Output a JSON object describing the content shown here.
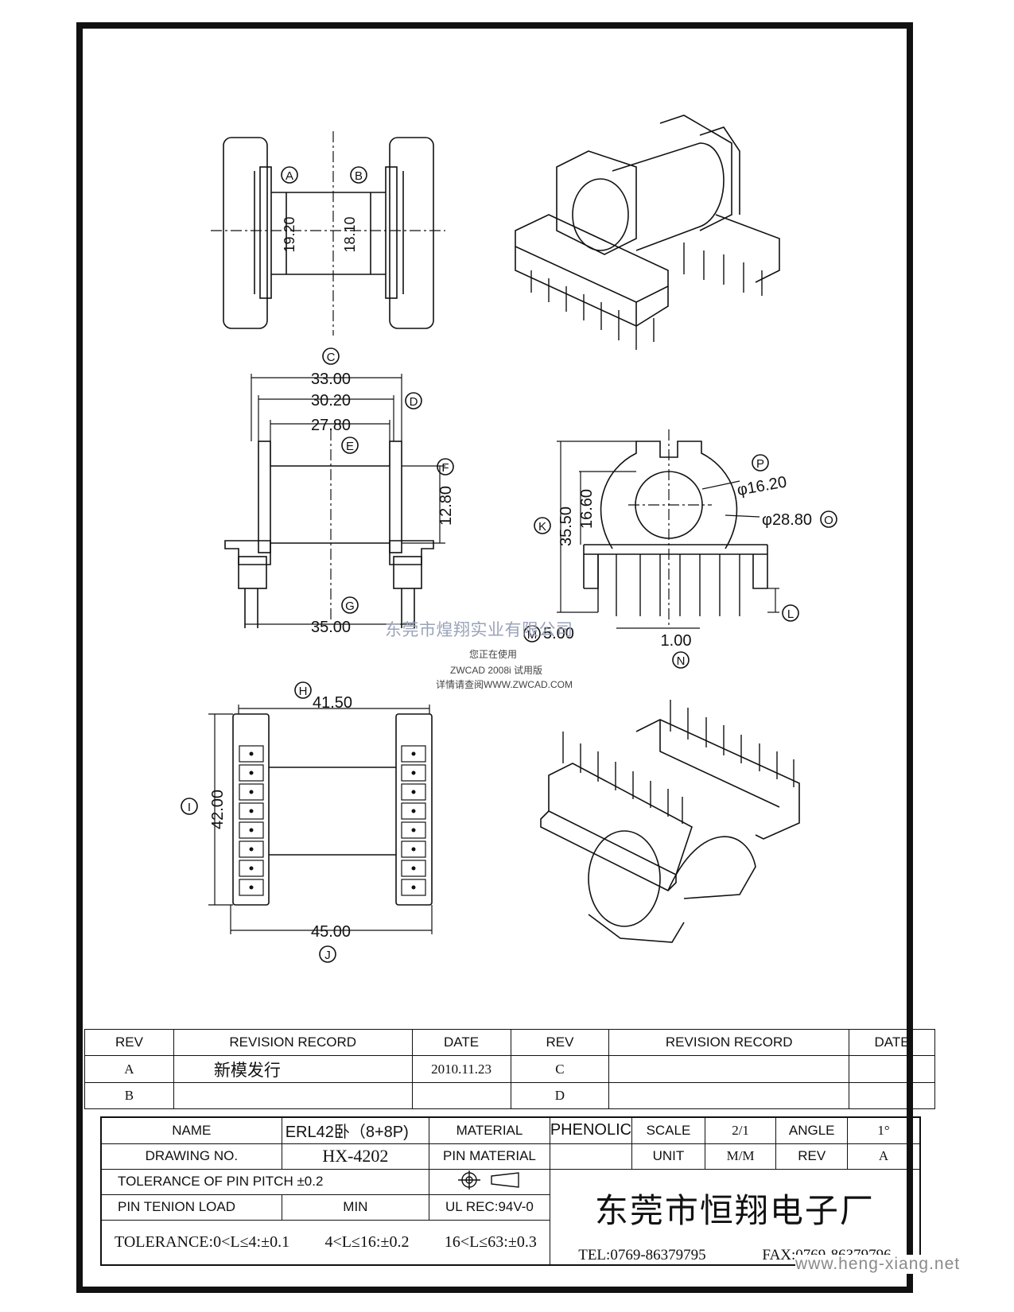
{
  "dimensions": {
    "a": "A",
    "b": "B",
    "c": "C",
    "d": "D",
    "e": "E",
    "f": "F",
    "g": "G",
    "h": "H",
    "i": "I",
    "j": "J",
    "k": "K",
    "l": "L",
    "m": "M",
    "n": "N",
    "o": "O",
    "p": "P",
    "v1920": "19.20",
    "v1810": "18.10",
    "v3300": "33.00",
    "v3020": "30.20",
    "v2780": "27.80",
    "v1280": "12.80",
    "v3500": "35.00",
    "v3550": "35.50",
    "v1660": "16.60",
    "v1620": "φ16.20",
    "v2880": "φ28.80",
    "v500": "5.00",
    "v100": "1.00",
    "v4150": "41.50",
    "v4200": "42.00",
    "v4500": "45.00"
  },
  "watermark": {
    "company": "东莞市煌翔实业有限公司",
    "line1": "您正在使用",
    "line2": "ZWCAD 2008i 试用版",
    "line3": "详情请查阅WWW.ZWCAD.COM"
  },
  "revision_table": {
    "headers": [
      "REV",
      "REVISION RECORD",
      "DATE",
      "REV",
      "REVISION RECORD",
      "DATE"
    ],
    "rows": [
      [
        "A",
        "新模发行",
        "2010.11.23",
        "C",
        "",
        ""
      ],
      [
        "B",
        "",
        "",
        "D",
        "",
        ""
      ]
    ]
  },
  "title_block": {
    "name_label": "NAME",
    "name_value": "ERL42卧（8+8P)",
    "material_label": "MATERIAL",
    "material_value": "PHENOLIC",
    "scale_label": "SCALE",
    "scale_value": "2/1",
    "angle_label": "ANGLE",
    "angle_value": "1°",
    "drawing_no_label": "DRAWING NO.",
    "drawing_no_value": "HX-4202",
    "pin_material_label": "PIN MATERIAL",
    "unit_label": "UNIT",
    "unit_value": "M/M",
    "rev_label": "REV",
    "rev_value": "A",
    "tolerance_pin_pitch": "TOLERANCE OF PIN PITCH ±0.2",
    "pin_tension_label": "PIN TENION LOAD",
    "pin_tension_value": "MIN",
    "ul_rec": "UL REC:94V-0",
    "company": "东莞市恒翔电子厂",
    "tolerance_1": "TOLERANCE:0<L≤4:±0.1",
    "tolerance_2": "4<L≤16:±0.2",
    "tolerance_3": "16<L≤63:±0.3",
    "tel": "TEL:0769-86379795",
    "fax": "FAX:0769-86379796"
  },
  "website": "www.heng-xiang.net"
}
